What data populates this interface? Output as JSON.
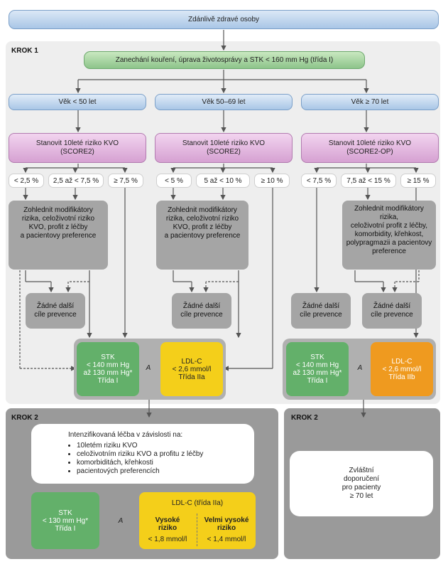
{
  "top": "Zdánlivě zdravé osoby",
  "step1": {
    "label": "KROK 1",
    "lifestyle": "Zanechání kouření, úprava životosprávy a STK < 160 mm Hg (třída I)",
    "columns": [
      {
        "age": "Věk < 50 let",
        "risk": "Stanovit 10leté riziko KVO\n(SCORE2)",
        "thresholds": [
          "< 2,5 %",
          "2,5 až < 7,5 %",
          "≥ 7,5 %"
        ],
        "modifiers": "Zohlednit modifikátory\nrizika, celoživotní riziko\nKVO, profit z léčby\na pacientovy preference",
        "no_prevention": "Žádné další\ncíle prevence"
      },
      {
        "age": "Věk 50–69 let",
        "risk": "Stanovit 10leté riziko KVO\n(SCORE2)",
        "thresholds": [
          "< 5 %",
          "5 až < 10 %",
          "≥ 10 %"
        ],
        "modifiers": "Zohlednit modifikátory\nrizika, celoživotní riziko\nKVO, profit z léčby\na pacientovy preference",
        "no_prevention": "Žádné další\ncíle prevence"
      },
      {
        "age": "Věk ≥ 70 let",
        "risk": "Stanovit 10leté riziko KVO\n(SCORE2-OP)",
        "thresholds": [
          "< 7,5 %",
          "7,5 až < 15 %",
          "≥ 15 %"
        ],
        "modifiers": "Zohlednit modifikátory\nrizika,\nceloživotní profit z léčby,\nkomorbidity, křehkost,\npolypragmazii a pacientovy\npreference",
        "no_prevention_a": "Žádné další\ncíle prevence",
        "no_prevention_b": "Žádné další\ncíle prevence"
      }
    ],
    "targets_left": {
      "stk": "STK\n< 140 mm Hg\naž 130 mm Hg*\nTřída I",
      "connector": "A",
      "ldl": "LDL-C\n< 2,6 mmol/l\nTřída IIa"
    },
    "targets_right": {
      "stk": "STK\n< 140 mm Hg\naž 130 mm Hg*\nTřída I",
      "connector": "A",
      "ldl": "LDL-C\n< 2,6 mmol/l\nTřída IIb"
    }
  },
  "step2_left": {
    "label": "KROK 2",
    "intensified_title": "Intenzifikovaná léčba v závislosti na:",
    "bullets": [
      "10letém riziku KVO",
      "celoživotním riziku KVO a profitu z léčby",
      "komorbiditách, křehkosti",
      "pacientových preferencích"
    ],
    "stk": "STK\n< 130 mm Hg*\nTřída I",
    "connector": "A",
    "ldl_title": "LDL-C (třída IIa)",
    "ldl_high_title": "Vysoké\nriziko",
    "ldl_high_value": "< 1,8 mmol/l",
    "ldl_very_high_title": "Velmi vysoké\nriziko",
    "ldl_very_high_value": "< 1,4 mmol/l"
  },
  "step2_right": {
    "label": "KROK 2",
    "text": "Zvláštní\ndoporučení\npro pacienty\n≥ 70 let"
  },
  "colors": {
    "blue": "#a9c6e6",
    "green": "#63b06a",
    "pink": "#d6a1d2",
    "yellow": "#f4cf1a",
    "orange": "#ef9a1f",
    "grey": "#a5a5a5"
  }
}
